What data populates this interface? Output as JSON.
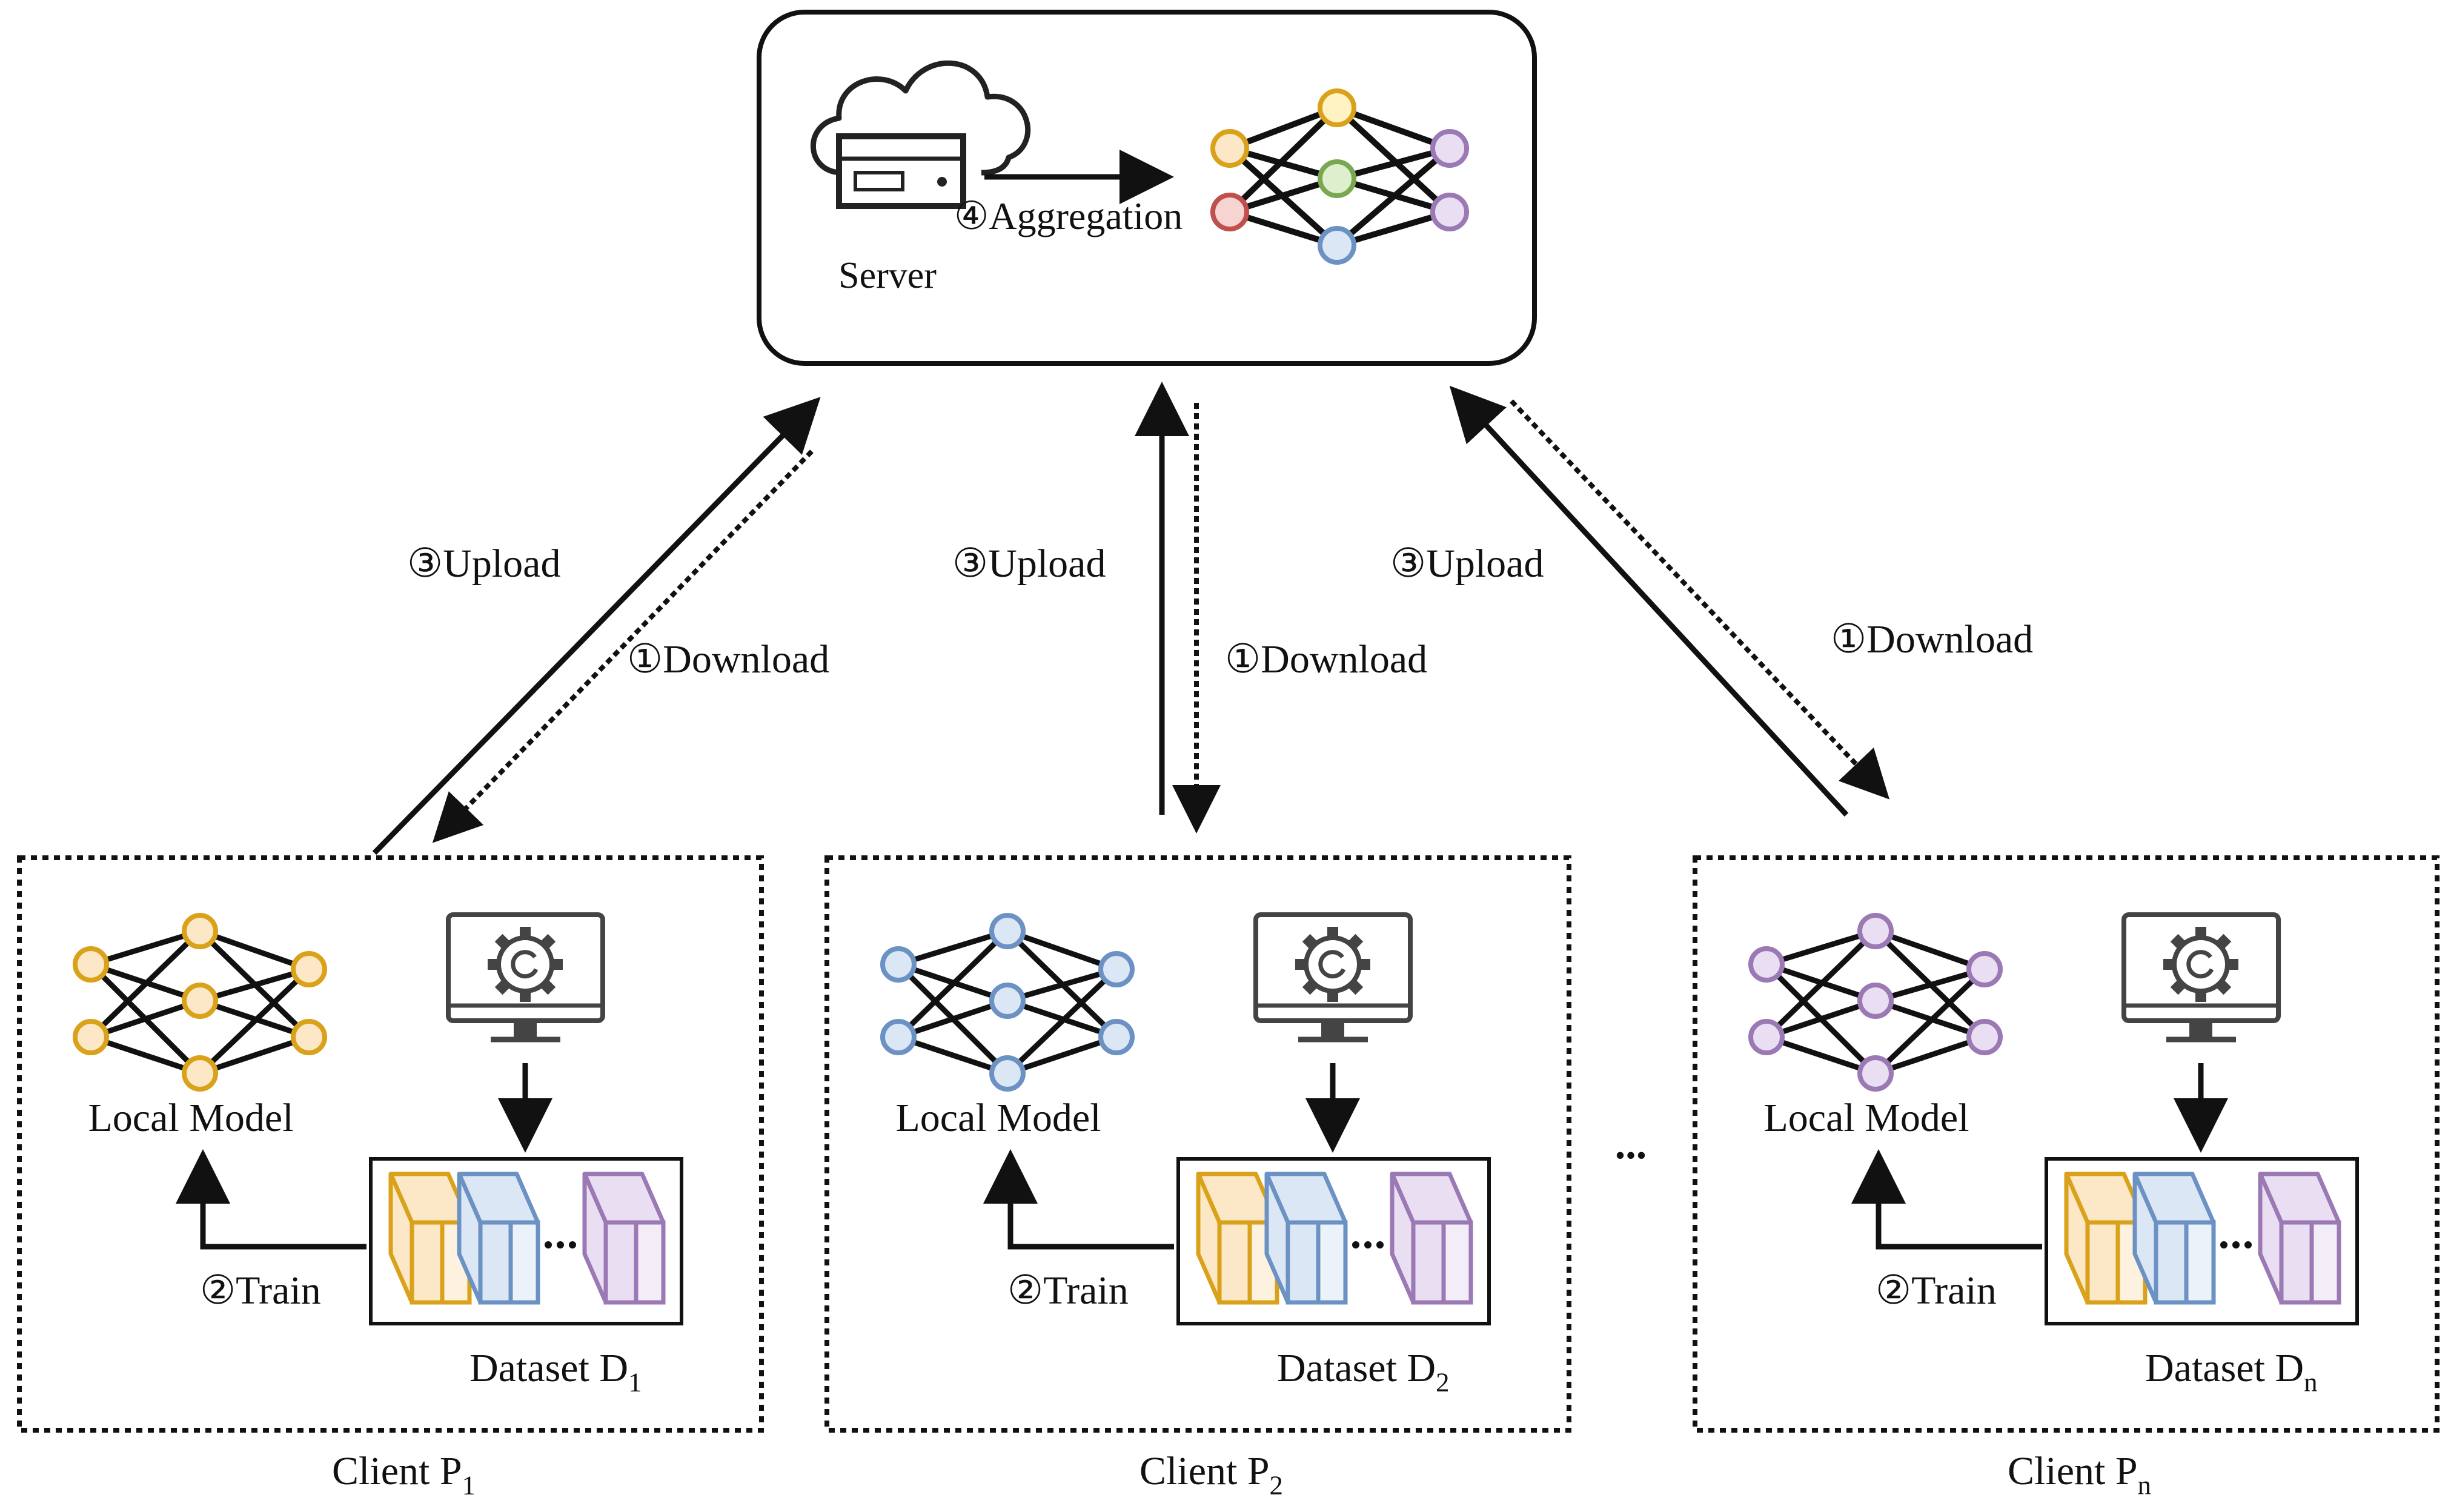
{
  "server": {
    "label": "Server",
    "aggregation_label": "④Aggregation"
  },
  "flow": {
    "upload_label": "③Upload",
    "download_label": "①Download",
    "train_label": "②Train",
    "ellipsis": "..."
  },
  "clients": [
    {
      "name": "Client P",
      "sub": "1",
      "local_model_label": "Local Model",
      "dataset_label": "Dataset D",
      "dataset_sub": "1",
      "model_color": "#D9A21A",
      "model_fill": "#FCE8C6"
    },
    {
      "name": "Client P",
      "sub": "2",
      "local_model_label": "Local Model",
      "dataset_label": "Dataset D",
      "dataset_sub": "2",
      "model_color": "#6C92C4",
      "model_fill": "#DCE7F6"
    },
    {
      "name": "Client P",
      "sub": "n",
      "local_model_label": "Local Model",
      "dataset_label": "Dataset D",
      "dataset_sub": "n",
      "model_color": "#9B79B5",
      "model_fill": "#EADFF2"
    }
  ],
  "colors": {
    "yellow": "#D9A21A",
    "yellow_fill": "#FCE8C6",
    "blue": "#6C92C4",
    "blue_fill": "#DCE7F6",
    "purple": "#9B79B5",
    "purple_fill": "#EADFF2",
    "red": "#C0504D",
    "red_fill": "#F6D4D2",
    "green": "#7AA851",
    "green_fill": "#DDEFCD"
  }
}
